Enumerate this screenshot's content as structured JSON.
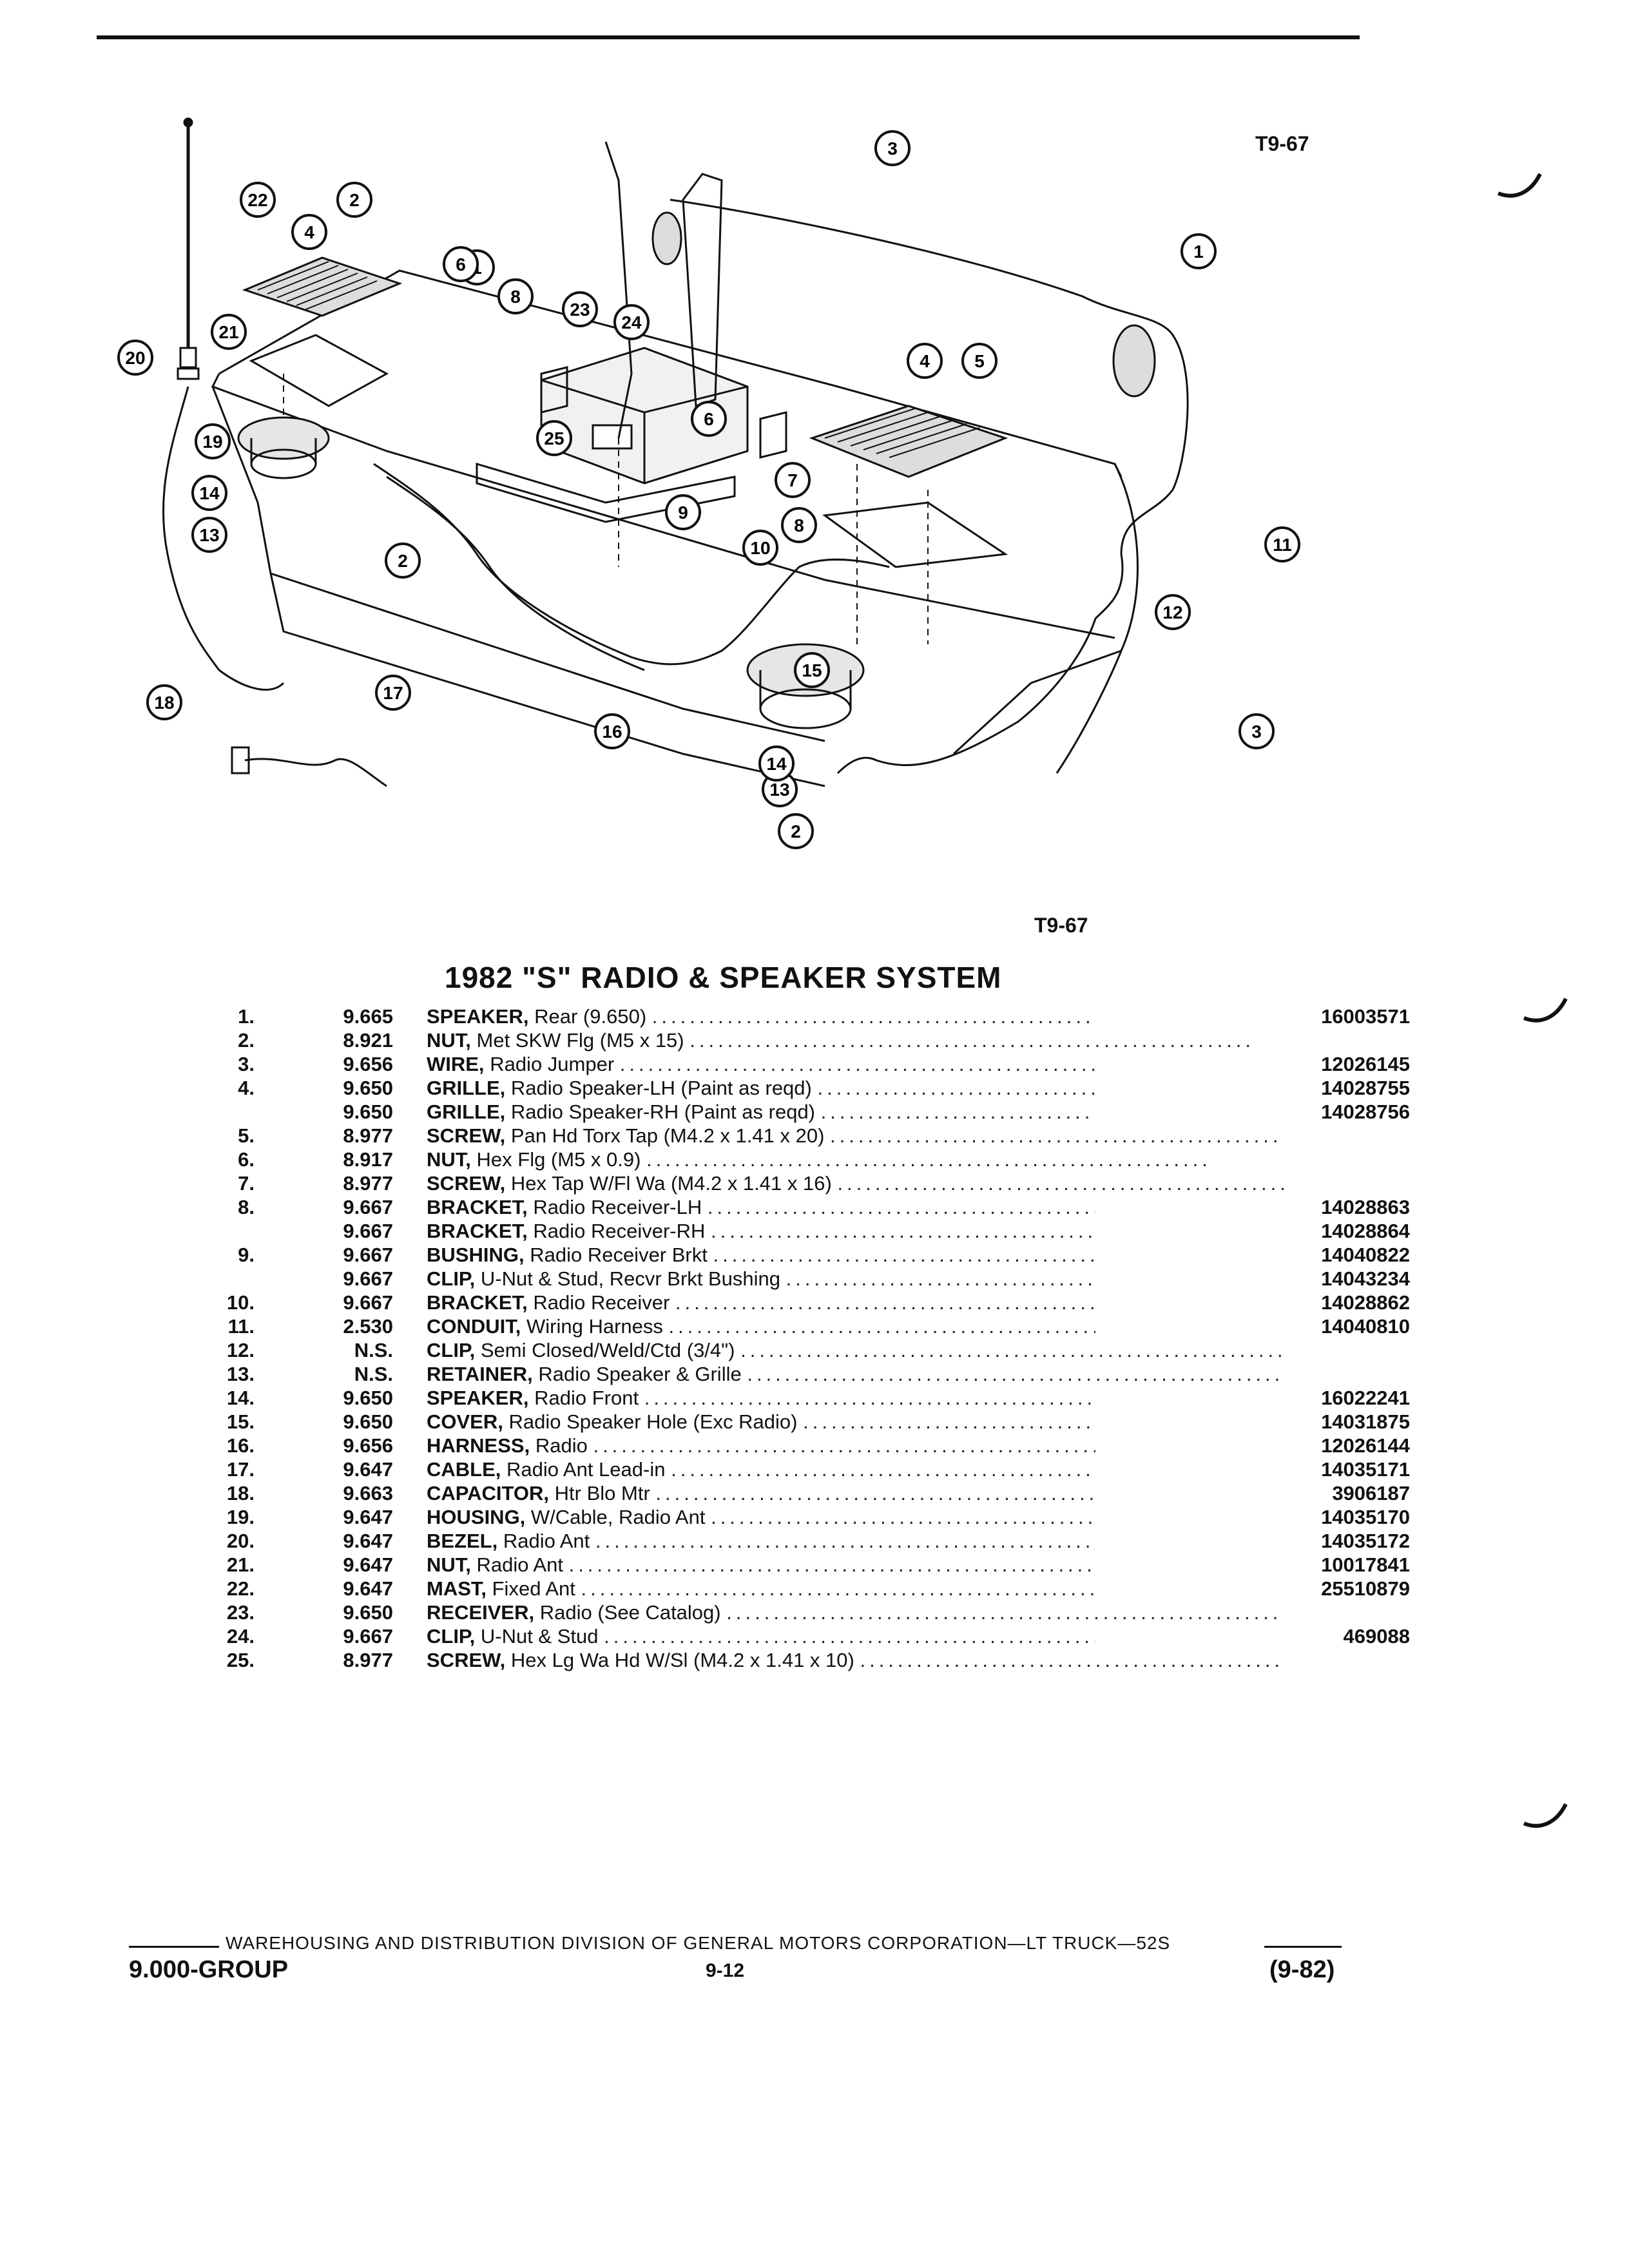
{
  "figure_code_top": "T9-67",
  "figure_code_bottom": "T9-67",
  "title": "1982 \"S\" RADIO & SPEAKER SYSTEM",
  "parts": [
    {
      "ref": "1.",
      "group": "9.665",
      "name": "SPEAKER,",
      "desc": "Rear (9.650)",
      "part": "16003571"
    },
    {
      "ref": "2.",
      "group": "8.921",
      "name": "NUT,",
      "desc": "Met SKW Flg (M5 x 15)",
      "part": ""
    },
    {
      "ref": "3.",
      "group": "9.656",
      "name": "WIRE,",
      "desc": "Radio Jumper",
      "part": "12026145"
    },
    {
      "ref": "4.",
      "group": "9.650",
      "name": "GRILLE,",
      "desc": "Radio Speaker-LH (Paint as reqd)",
      "part": "14028755"
    },
    {
      "ref": "",
      "group": "9.650",
      "name": "GRILLE,",
      "desc": "Radio Speaker-RH (Paint as reqd)",
      "part": "14028756"
    },
    {
      "ref": "5.",
      "group": "8.977",
      "name": "SCREW,",
      "desc": "Pan Hd Torx Tap (M4.2 x 1.41 x 20)",
      "part": ""
    },
    {
      "ref": "6.",
      "group": "8.917",
      "name": "NUT,",
      "desc": "Hex Flg (M5 x 0.9)",
      "part": ""
    },
    {
      "ref": "7.",
      "group": "8.977",
      "name": "SCREW,",
      "desc": "Hex Tap W/Fl Wa (M4.2 x 1.41 x 16)",
      "part": ""
    },
    {
      "ref": "8.",
      "group": "9.667",
      "name": "BRACKET,",
      "desc": "Radio Receiver-LH",
      "part": "14028863"
    },
    {
      "ref": "",
      "group": "9.667",
      "name": "BRACKET,",
      "desc": "Radio Receiver-RH",
      "part": "14028864"
    },
    {
      "ref": "9.",
      "group": "9.667",
      "name": "BUSHING,",
      "desc": "Radio Receiver Brkt",
      "part": "14040822"
    },
    {
      "ref": "",
      "group": "9.667",
      "name": "CLIP,",
      "desc": "U-Nut & Stud, Recvr Brkt Bushing",
      "part": "14043234"
    },
    {
      "ref": "10.",
      "group": "9.667",
      "name": "BRACKET,",
      "desc": "Radio Receiver",
      "part": "14028862"
    },
    {
      "ref": "11.",
      "group": "2.530",
      "name": "CONDUIT,",
      "desc": "Wiring Harness",
      "part": "14040810"
    },
    {
      "ref": "12.",
      "group": "N.S.",
      "name": "CLIP,",
      "desc": "Semi Closed/Weld/Ctd (3/4\")",
      "part": ""
    },
    {
      "ref": "13.",
      "group": "N.S.",
      "name": "RETAINER,",
      "desc": "Radio Speaker & Grille",
      "part": ""
    },
    {
      "ref": "14.",
      "group": "9.650",
      "name": "SPEAKER,",
      "desc": "Radio Front",
      "part": "16022241"
    },
    {
      "ref": "15.",
      "group": "9.650",
      "name": "COVER,",
      "desc": "Radio Speaker Hole (Exc Radio)",
      "part": "14031875"
    },
    {
      "ref": "16.",
      "group": "9.656",
      "name": "HARNESS,",
      "desc": "Radio",
      "part": "12026144"
    },
    {
      "ref": "17.",
      "group": "9.647",
      "name": "CABLE,",
      "desc": "Radio Ant Lead-in",
      "part": "14035171"
    },
    {
      "ref": "18.",
      "group": "9.663",
      "name": "CAPACITOR,",
      "desc": "Htr Blo Mtr",
      "part": "3906187"
    },
    {
      "ref": "19.",
      "group": "9.647",
      "name": "HOUSING,",
      "desc": "W/Cable, Radio Ant",
      "part": "14035170"
    },
    {
      "ref": "20.",
      "group": "9.647",
      "name": "BEZEL,",
      "desc": "Radio Ant",
      "part": "14035172"
    },
    {
      "ref": "21.",
      "group": "9.647",
      "name": "NUT,",
      "desc": "Radio Ant",
      "part": "10017841"
    },
    {
      "ref": "22.",
      "group": "9.647",
      "name": "MAST,",
      "desc": "Fixed Ant",
      "part": "25510879"
    },
    {
      "ref": "23.",
      "group": "9.650",
      "name": "RECEIVER,",
      "desc": "Radio (See Catalog)",
      "part": ""
    },
    {
      "ref": "24.",
      "group": "9.667",
      "name": "CLIP,",
      "desc": "U-Nut & Stud",
      "part": "469088"
    },
    {
      "ref": "25.",
      "group": "8.977",
      "name": "SCREW,",
      "desc": "Hex Lg Wa Hd W/Sl (M4.2 x 1.41 x 10)",
      "part": ""
    }
  ],
  "callouts": [
    "1",
    "1",
    "2",
    "2",
    "2",
    "3",
    "3",
    "4",
    "4",
    "5",
    "6",
    "6",
    "7",
    "8",
    "8",
    "9",
    "10",
    "11",
    "12",
    "13",
    "13",
    "14",
    "14",
    "15",
    "16",
    "17",
    "18",
    "19",
    "20",
    "21",
    "22",
    "23",
    "24",
    "25"
  ],
  "footer": {
    "line": "WAREHOUSING AND DISTRIBUTION  DIVISION OF GENERAL MOTORS CORPORATION—LT TRUCK—52S",
    "group": "9.000-GROUP",
    "page": "9-12",
    "date": "(9-82)"
  }
}
